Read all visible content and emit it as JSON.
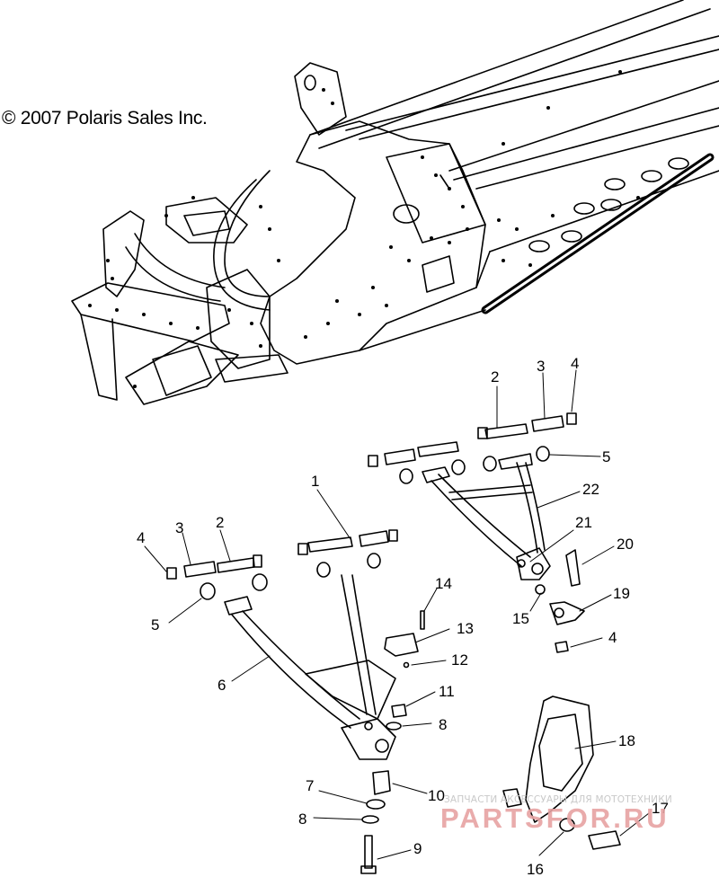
{
  "copyright": "© 2007 Polaris Sales Inc.",
  "watermark": {
    "tagline": "ЗАПЧАСТИ АКСЕССУАРЫ ДЛЯ МОТОТЕХНИКИ",
    "brand": "PARTSFOR.RU"
  },
  "callouts": {
    "c1": "1",
    "c2a": "2",
    "c2b": "2",
    "c3a": "3",
    "c3b": "3",
    "c4a": "4",
    "c4b": "4",
    "c4c": "4",
    "c5a": "5",
    "c5b": "5",
    "c6": "6",
    "c7": "7",
    "c8a": "8",
    "c8b": "8",
    "c9": "9",
    "c10": "10",
    "c11": "11",
    "c12": "12",
    "c13": "13",
    "c14": "14",
    "c15": "15",
    "c16": "16",
    "c17": "17",
    "c18": "18",
    "c19": "19",
    "c20": "20",
    "c21": "21",
    "c22": "22"
  },
  "colors": {
    "line": "#000000",
    "watermark_text": "#e7a3a3",
    "watermark_tagline": "#c9c9c9"
  }
}
